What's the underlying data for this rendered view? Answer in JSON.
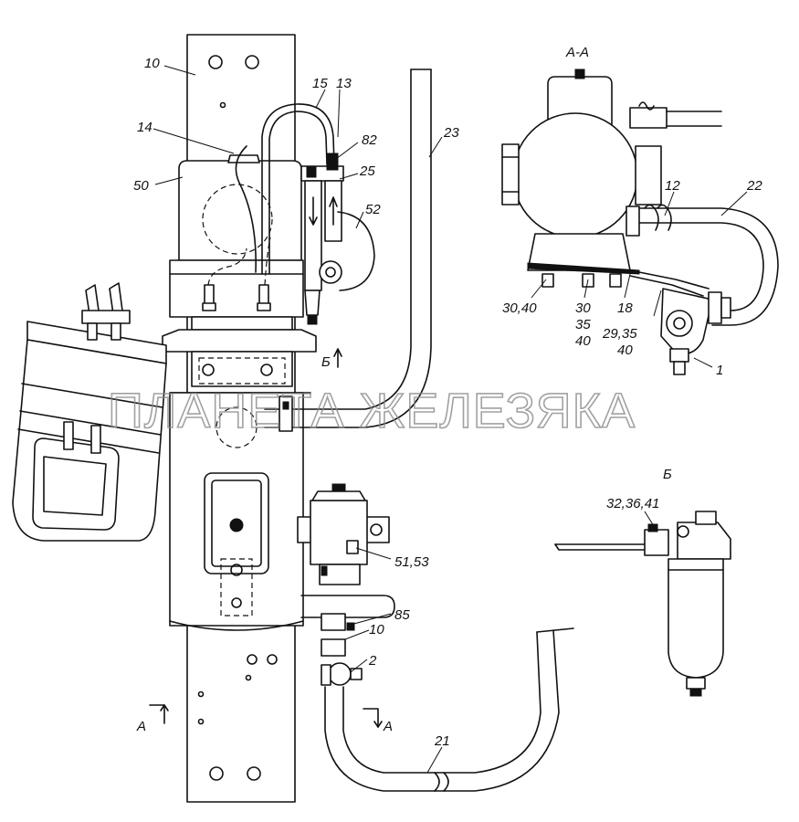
{
  "watermark": "ПЛАНЕТА ЖЕЛЕЗЯКА",
  "section_labels": {
    "aa_title": "А-А",
    "b_title": "Б",
    "b_marker": "Б",
    "a_marker_left": "А",
    "a_marker_right": "А"
  },
  "callouts": {
    "c10_top": "10",
    "c15": "15",
    "c13": "13",
    "c14": "14",
    "c82": "82",
    "c25": "25",
    "c50": "50",
    "c52": "52",
    "c23": "23",
    "c12": "12",
    "c22": "22",
    "c30_40": "30,40",
    "c30": "30",
    "c35": "35",
    "c40_a": "40",
    "c18": "18",
    "c29_35": "29,35",
    "c40_b": "40",
    "c1": "1",
    "c32_36_41": "32,36,41",
    "c51_53": "51,53",
    "c85": "85",
    "c10_low": "10",
    "c2": "2",
    "c21": "21"
  }
}
